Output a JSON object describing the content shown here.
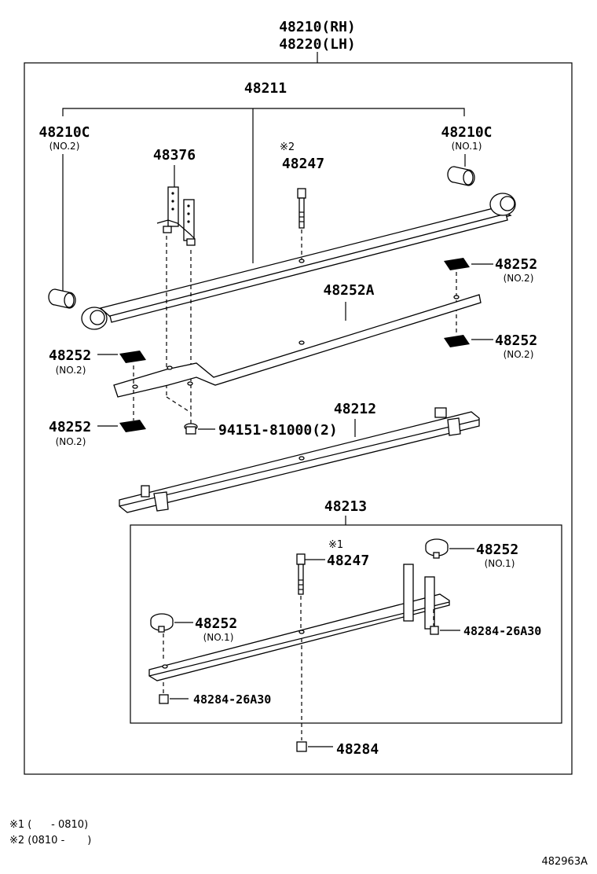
{
  "labels": {
    "assembly_rh": "48210(RH)",
    "assembly_lh": "48220(LH)",
    "leaf_no1": "48211",
    "bushing_left": "48210C",
    "bushing_left_sub": "(NO.2)",
    "bushing_right": "48210C",
    "bushing_right_sub": "(NO.1)",
    "clip": "48376",
    "bolt_top_mark": "※2",
    "bolt_top": "48247",
    "insert_rt1": "48252",
    "insert_rt1_sub": "(NO.2)",
    "leaf_no2": "48252A",
    "insert_rt2": "48252",
    "insert_rt2_sub": "(NO.2)",
    "insert_lf1": "48252",
    "insert_lf1_sub": "(NO.2)",
    "insert_lf2": "48252",
    "insert_lf2_sub": "(NO.2)",
    "rivet": "94151-81000(2)",
    "leaf_no3": "48212",
    "leaf_no4_assy": "48213",
    "bolt_bottom_mark": "※1",
    "bolt_bottom": "48247",
    "pad_right": "48252",
    "pad_right_sub": "(NO.1)",
    "pad_left": "48252",
    "pad_left_sub": "(NO.1)",
    "nut_right": "48284-26A30",
    "nut_left": "48284-26A30",
    "nut_bottom": "48284"
  },
  "notes": [
    "※1 (      - 0810)",
    "※2 (0810 -       )"
  ],
  "figure_code": "482963A"
}
